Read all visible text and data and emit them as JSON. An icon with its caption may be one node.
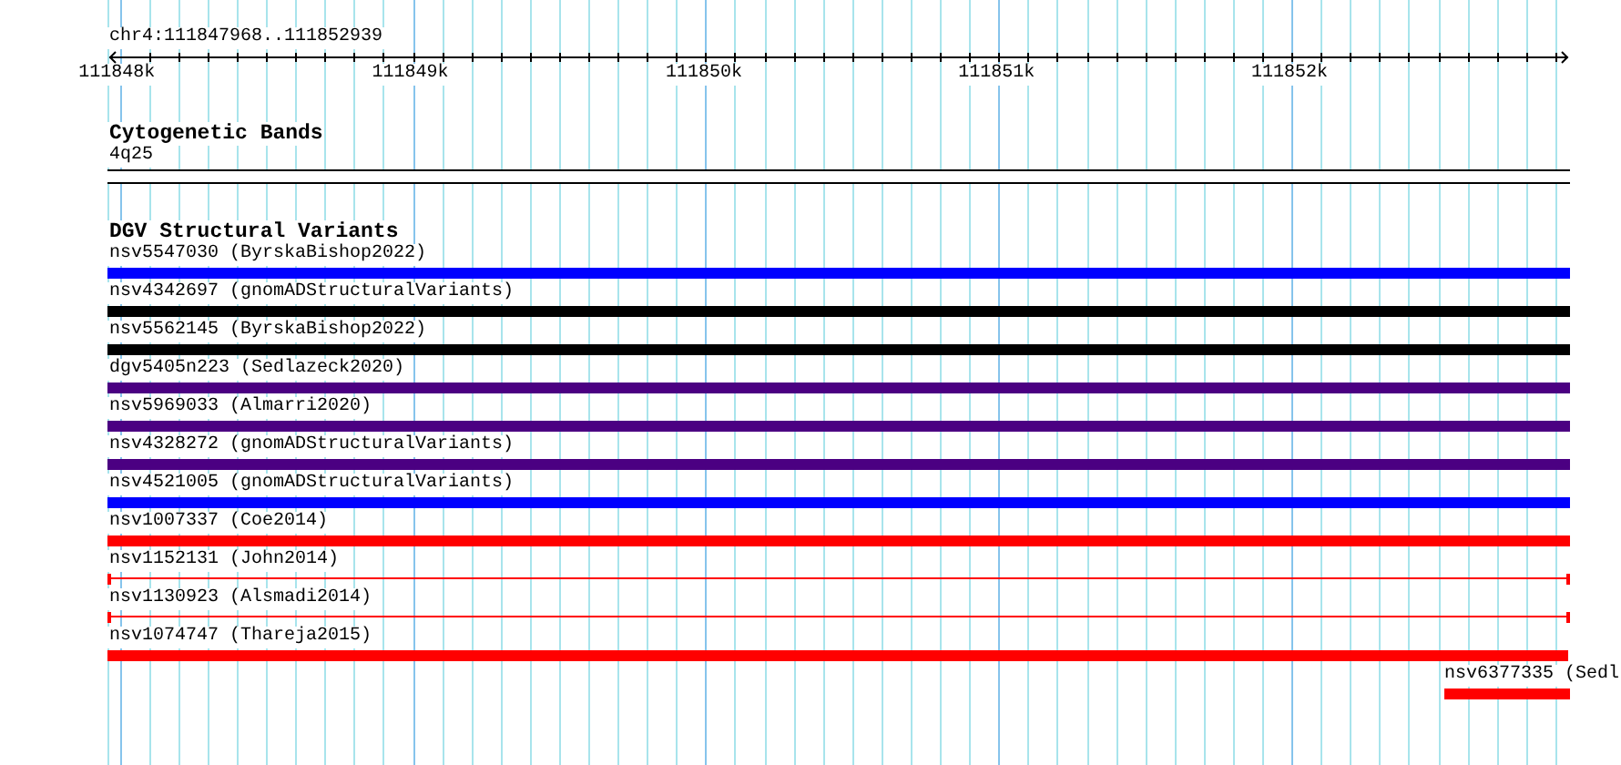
{
  "diagram": {
    "title": "chr4:111847968..111852939",
    "nodes": [
      {
        "text": [
          "4q25"
        ]
      },
      {
        "text": [
          "nsv5547030 (ByrskaBishop2022)"
        ]
      },
      {
        "text": [
          "nsv4342697 (gnomADStructuralVariants)"
        ]
      },
      {
        "text": [
          "nsv5562145 (ByrskaBishop2022)"
        ]
      },
      {
        "text": [
          "dgv5405n223 (Sedlazeck2020)"
        ]
      },
      {
        "text": [
          "nsv5969033 (Almarri2020)"
        ]
      },
      {
        "text": [
          "nsv4328272 (gnomADStructuralVariants)"
        ]
      },
      {
        "text": [
          "nsv4521005 (gnomADStructuralVariants)"
        ]
      },
      {
        "text": [
          "nsv1007337 (Coe2014)"
        ]
      },
      {
        "text": [
          "nsv1152131 (John2014)"
        ]
      },
      {
        "text": [
          "nsv1130923 (Alsmadi2014)"
        ]
      },
      {
        "text": [
          "nsv1074747 (Thareja2015)"
        ]
      },
      {
        "text": [
          "nsv6377335 (Sedl"
        ]
      }
    ],
    "labels": [
      "111848k",
      "111849k",
      "111850k",
      "111851k",
      "111852k",
      "Cytogenetic Bands",
      "DGV Structural Variants"
    ]
  }
}
